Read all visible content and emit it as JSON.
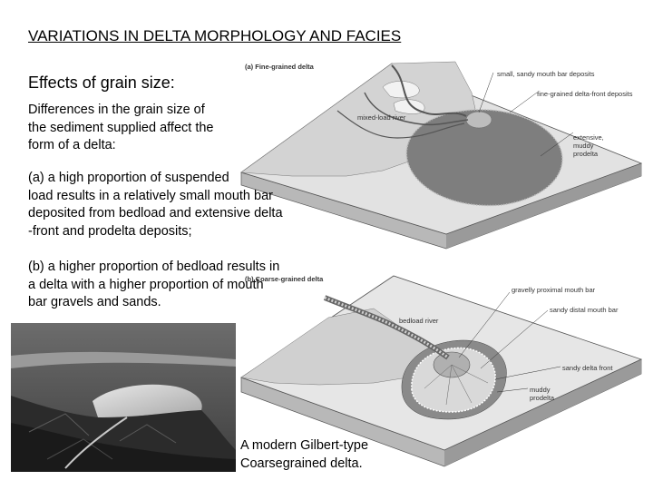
{
  "slide": {
    "title": "VARIATIONS IN DELTA MORPHOLOGY AND FACIES",
    "subheading": "Effects of grain size:",
    "paragraph_intro": "Differences in the grain size of\nthe sediment supplied affect the\nform of a delta:",
    "paragraph_a": "(a) a high proportion of suspended\nload results in a relatively small mouth bar\ndeposited from bedload and extensive delta\n-front and prodelta deposits;",
    "paragraph_b": "(b) a higher proportion of bedload results in\na delta with a higher proportion of mouth\nbar gravels and sands.",
    "photo_caption": "A modern Gilbert-type\nCoarsegrained delta."
  },
  "diagram_a": {
    "panel_title": "(a) Fine-grained delta",
    "labels": {
      "mouth_bar": "small, sandy mouth bar deposits",
      "delta_front": "fine-grained delta-front deposits",
      "river": "mixed-load river",
      "prodelta_1": "extensive,",
      "prodelta_2": "muddy",
      "prodelta_3": "prodelta"
    }
  },
  "diagram_b": {
    "panel_title": "(b) Coarse-grained delta",
    "labels": {
      "proximal": "gravelly proximal mouth bar",
      "distal": "sandy distal mouth bar",
      "river": "bedload river",
      "front": "sandy delta front",
      "prodelta_1": "muddy",
      "prodelta_2": "prodelta"
    }
  }
}
